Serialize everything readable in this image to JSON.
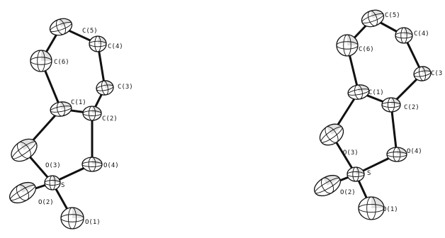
{
  "diagram": {
    "left": {
      "atoms": [
        {
          "id": "C5",
          "label": "C(5)"
        },
        {
          "id": "C4",
          "label": "C(4)"
        },
        {
          "id": "C6",
          "label": "C(6)"
        },
        {
          "id": "C3",
          "label": "C(3)"
        },
        {
          "id": "C1",
          "label": "C(1)"
        },
        {
          "id": "C2",
          "label": "C(2)"
        },
        {
          "id": "O3",
          "label": "O(3)"
        },
        {
          "id": "O4",
          "label": "O(4)"
        },
        {
          "id": "S",
          "label": "S"
        },
        {
          "id": "O2",
          "label": "O(2)"
        },
        {
          "id": "O1",
          "label": "O(1)"
        }
      ]
    },
    "right": {
      "atoms": [
        {
          "id": "C5",
          "label": "C(5)"
        },
        {
          "id": "C4",
          "label": "C(4)"
        },
        {
          "id": "C6",
          "label": "C(6)"
        },
        {
          "id": "C3",
          "label": "C(3"
        },
        {
          "id": "C1",
          "label": "C(1)"
        },
        {
          "id": "C2",
          "label": "C(2)"
        },
        {
          "id": "O3",
          "label": "O(3)"
        },
        {
          "id": "O4",
          "label": "O(4)"
        },
        {
          "id": "S",
          "label": "S"
        },
        {
          "id": "O2",
          "label": "O(2)"
        },
        {
          "id": "O1",
          "label": "O(1)"
        }
      ]
    },
    "bonds": [
      [
        "C1",
        "C2"
      ],
      [
        "C2",
        "C3"
      ],
      [
        "C3",
        "C4"
      ],
      [
        "C4",
        "C5"
      ],
      [
        "C5",
        "C6"
      ],
      [
        "C6",
        "C1"
      ],
      [
        "C1",
        "O3"
      ],
      [
        "C2",
        "O4"
      ],
      [
        "O3",
        "S"
      ],
      [
        "O4",
        "S"
      ],
      [
        "S",
        "O1"
      ],
      [
        "S",
        "O2"
      ]
    ]
  }
}
